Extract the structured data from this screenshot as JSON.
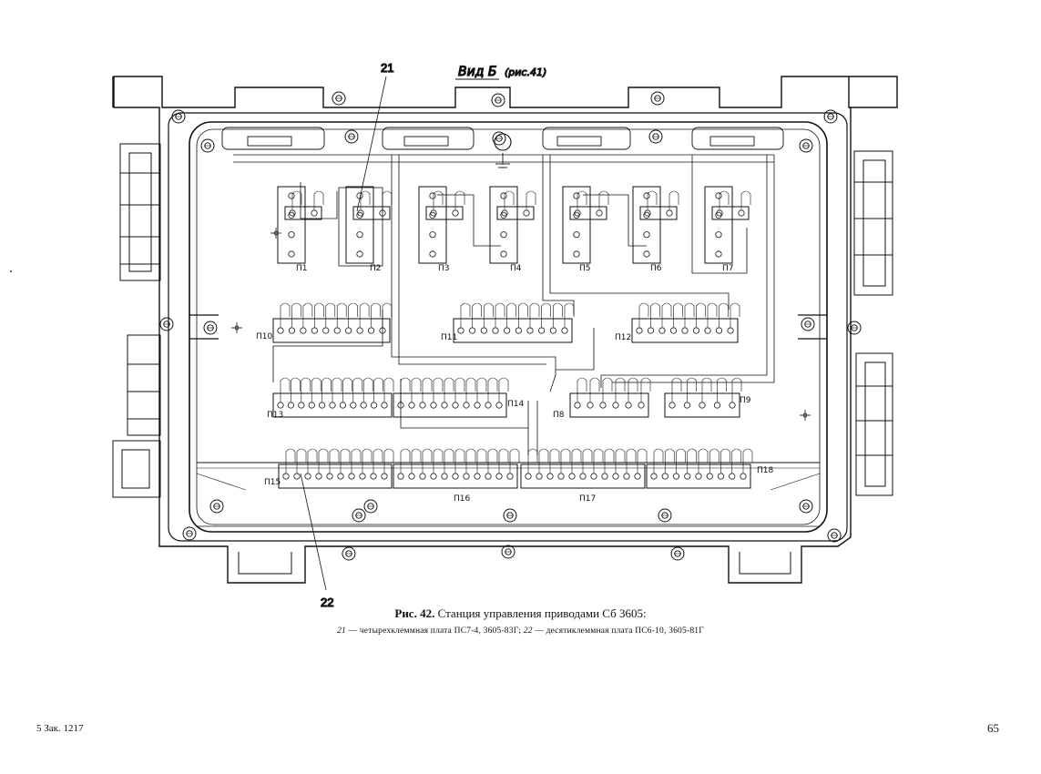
{
  "drawing": {
    "view_title": "Вид Б",
    "view_ref": "(рис.41)",
    "callouts": [
      "21",
      "22"
    ],
    "board_labels": [
      "П1",
      "П2",
      "П3",
      "П4",
      "П5",
      "П6",
      "П7",
      "П10",
      "П11",
      "П12",
      "П13",
      "П14",
      "П8",
      "П9",
      "П15",
      "П16",
      "П17",
      "П18"
    ]
  },
  "caption": {
    "title_prefix": "Рис. 42.",
    "title_text": "Станция управления приводами Сб 3605:",
    "note_21_num": "21",
    "note_21_text": "— четырехклеммная плата ПС7-4, 3605-83Г;",
    "note_22_num": "22",
    "note_22_text": "— десятиклеммная плата ПС6-10, 3605-81Г"
  },
  "footer": {
    "left": "5 Зак. 1217",
    "page_number": "65"
  }
}
